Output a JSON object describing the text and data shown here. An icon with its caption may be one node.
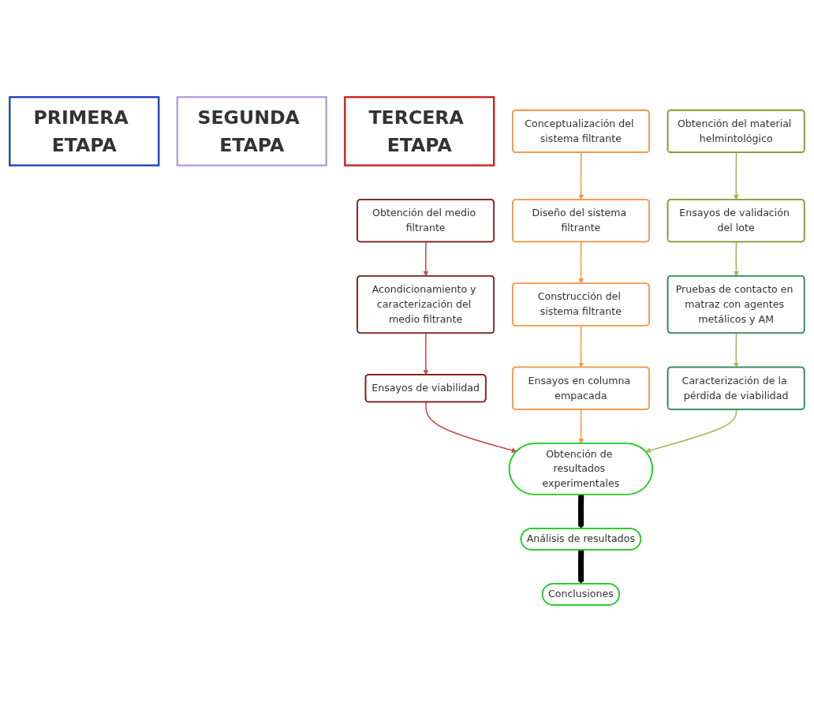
{
  "diagram": {
    "nodes": [
      {
        "text": [
          "PRIMERA ETAPA"
        ]
      },
      {
        "text": [
          "SEGUNDA ETAPA"
        ]
      },
      {
        "text": [
          "TERCERA ETAPA"
        ]
      },
      {
        "text": [
          "Obtención del medio filtrante"
        ]
      },
      {
        "text": [
          "Acondicionamiento y caracterización del medio filtrante"
        ]
      },
      {
        "text": [
          "Ensayos de viabilidad"
        ]
      },
      {
        "text": [
          "Conceptualización del sistema filtrante"
        ]
      },
      {
        "text": [
          "Diseño del sistema filtrante"
        ]
      },
      {
        "text": [
          "Construcción del sistema filtrante"
        ]
      },
      {
        "text": [
          "Ensayos en columna empacada"
        ]
      },
      {
        "text": [
          "Obtención del material helmintológico"
        ]
      },
      {
        "text": [
          "Ensayos de validación del lote"
        ]
      },
      {
        "text": [
          "Pruebas de contacto en matraz con agentes metálicos y AM"
        ]
      },
      {
        "text": [
          "Caracterización de la pérdida de viabilidad"
        ]
      },
      {
        "text": [
          "Obtención de resultados experimentales"
        ]
      },
      {
        "text": [
          "Análisis de resultados"
        ]
      },
      {
        "text": [
          "Conclusiones"
        ]
      }
    ],
    "edges": [
      {
        "from": 3,
        "to": 4,
        "arrow": "to",
        "color": "#c0504d"
      },
      {
        "from": 4,
        "to": 5,
        "arrow": "to",
        "color": "#c0504d"
      },
      {
        "from": 5,
        "to": 14,
        "arrow": "to",
        "color": "#c0504d"
      },
      {
        "from": 6,
        "to": 7,
        "arrow": "to",
        "color": "#f79646"
      },
      {
        "from": 7,
        "to": 8,
        "arrow": "to",
        "color": "#f79646"
      },
      {
        "from": 8,
        "to": 9,
        "arrow": "to",
        "color": "#f79646"
      },
      {
        "from": 9,
        "to": 14,
        "arrow": "to",
        "color": "#f79646"
      },
      {
        "from": 10,
        "to": 11,
        "arrow": "to",
        "color": "#9bbb59"
      },
      {
        "from": 11,
        "to": 12,
        "arrow": "to",
        "color": "#9bbb59"
      },
      {
        "from": 12,
        "to": 13,
        "arrow": "to",
        "color": "#9bbb59"
      },
      {
        "from": 13,
        "to": 14,
        "arrow": "to",
        "color": "#9bbb59"
      },
      {
        "from": 14,
        "to": 15,
        "arrow": "to",
        "style": "thick",
        "color": "#000000"
      },
      {
        "from": 15,
        "to": 16,
        "arrow": "to",
        "style": "thick",
        "color": "#000000"
      }
    ]
  }
}
